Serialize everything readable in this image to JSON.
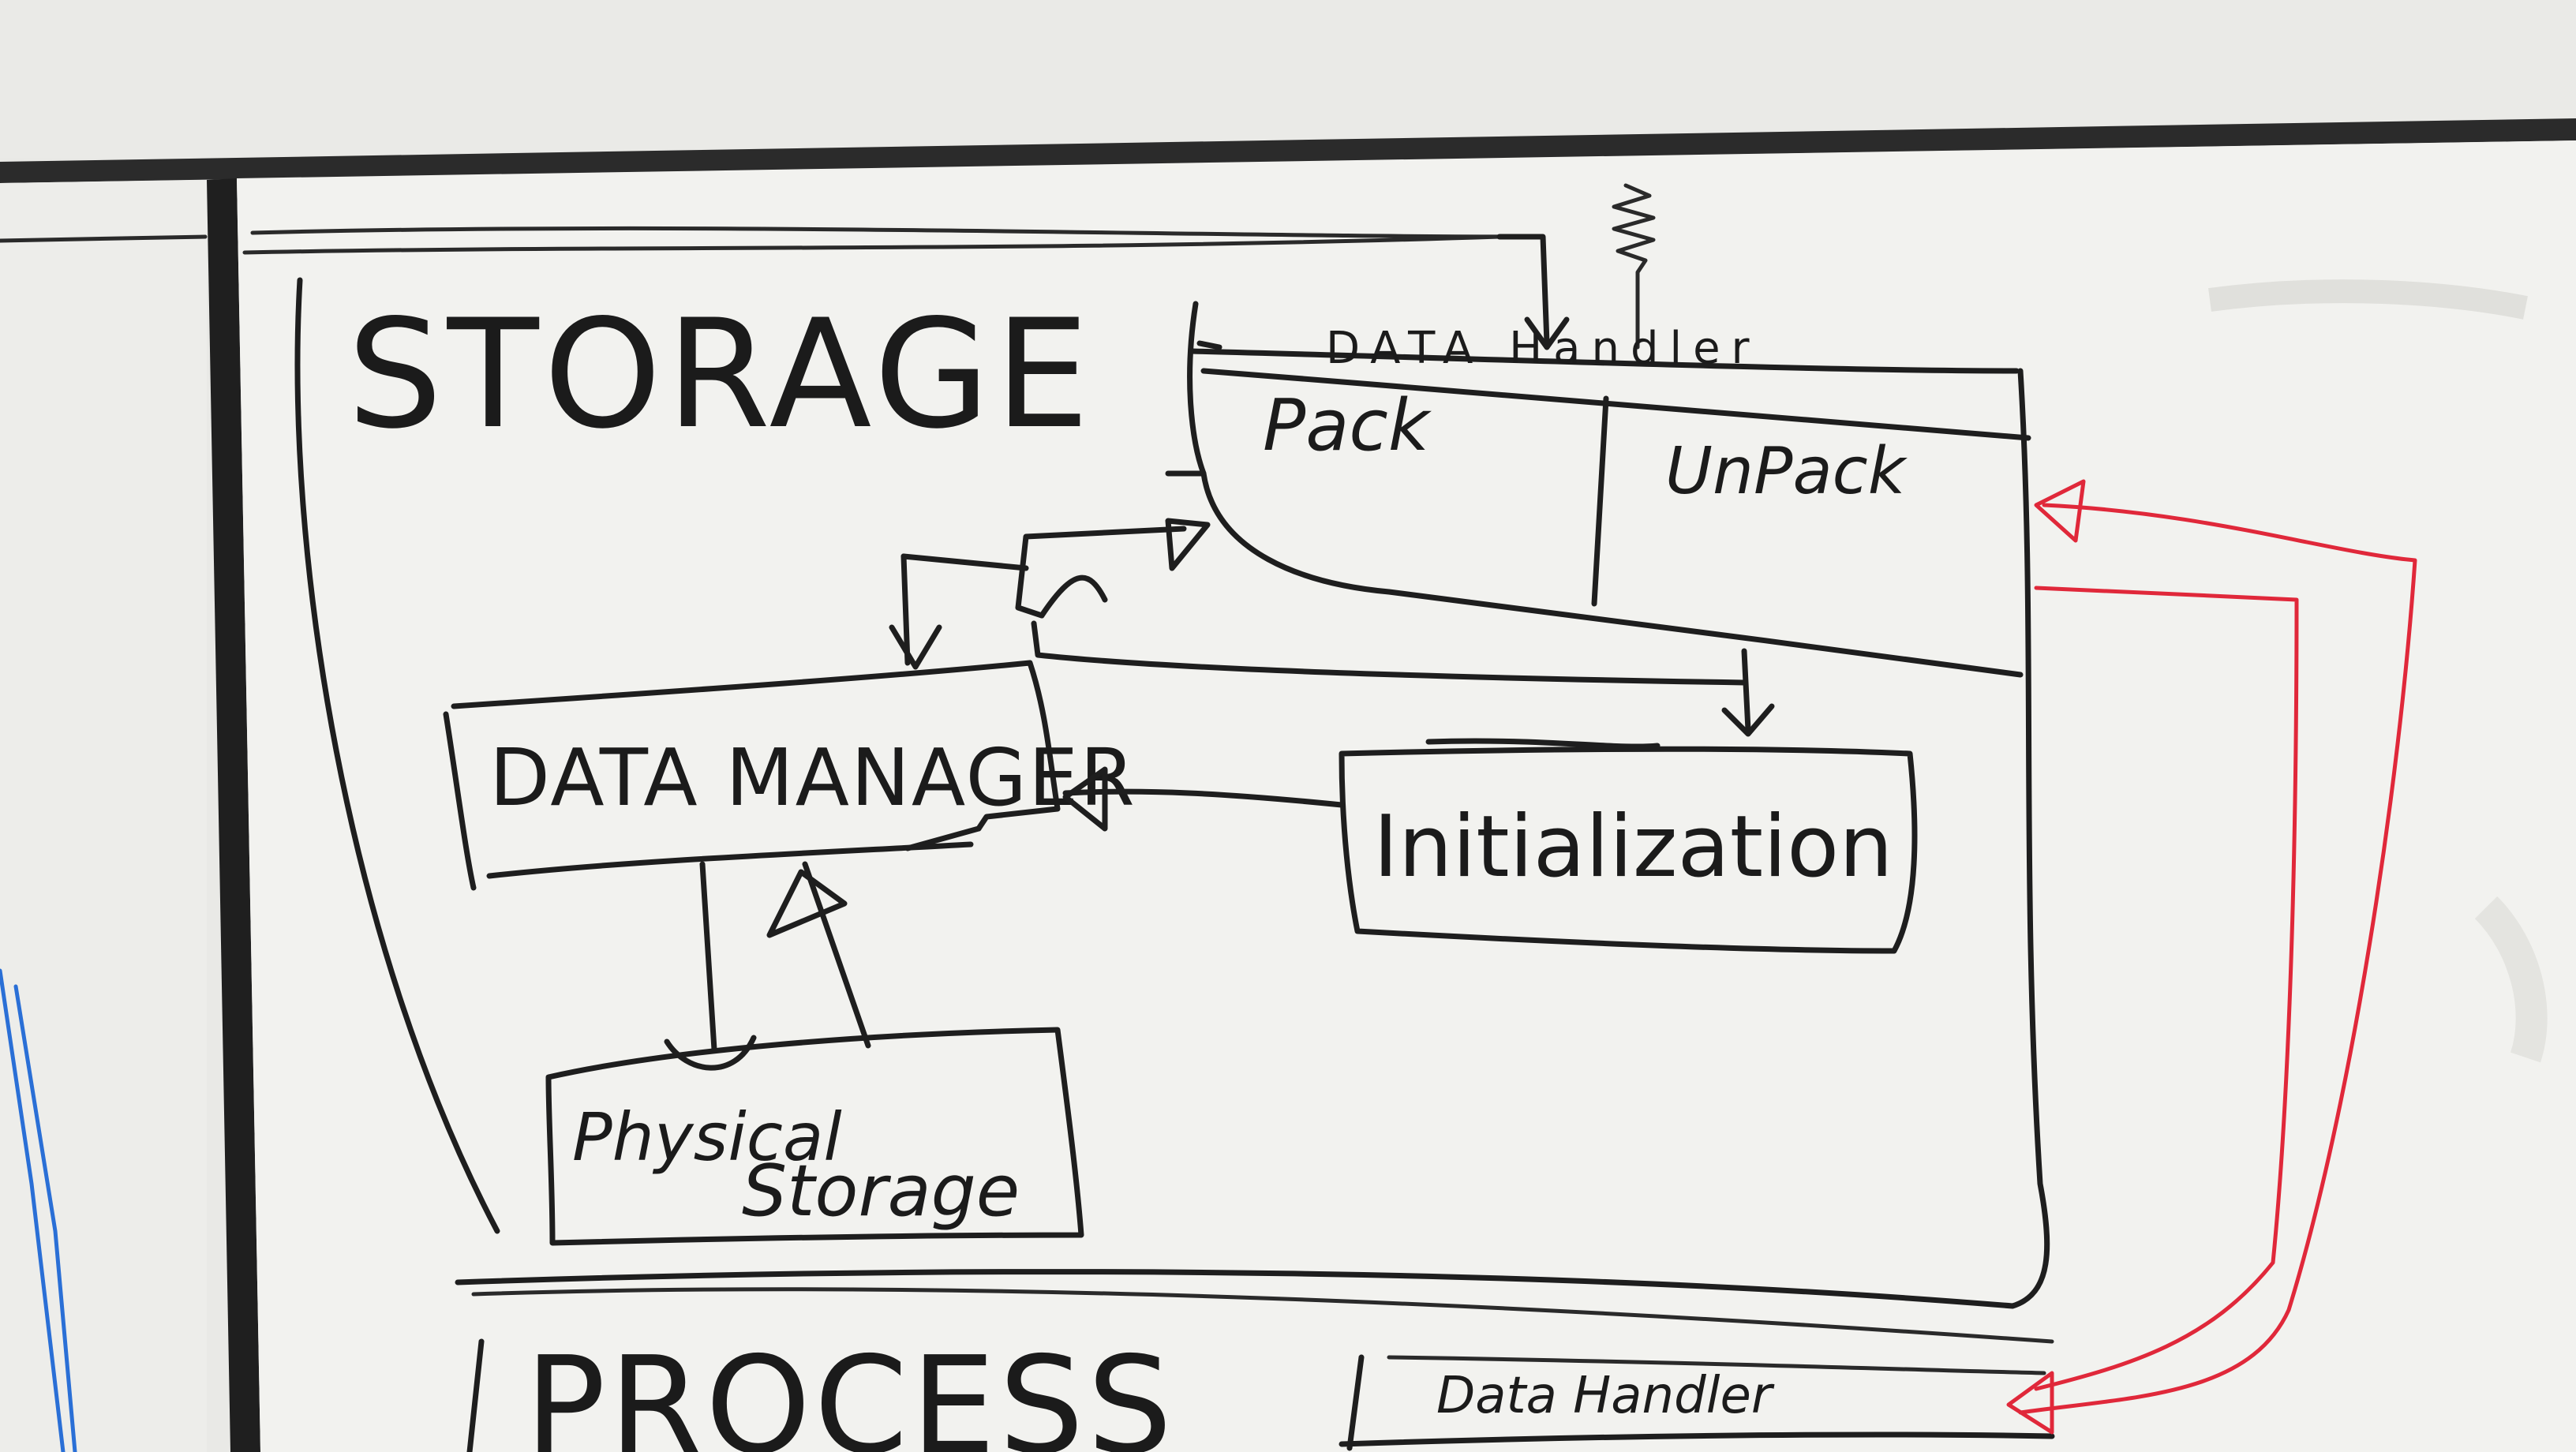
{
  "diagram": {
    "storage_title": "STORAGE",
    "process_title": "PROCESS",
    "data_handler_top": "DATA Handler",
    "pack": "Pack",
    "unpack": "UnPack",
    "data_manager": "DATA MANAGER",
    "initialization": "Initialization",
    "physical_storage_line1": "Physical",
    "physical_storage_line2": "Storage",
    "data_handler_bottom": "Data Handler"
  },
  "colors": {
    "board": "#f2f2ef",
    "frame": "#2b2b2b",
    "ink": "#1e1e1e",
    "red_marker": "#e0283a",
    "blue_marker": "#2a6fd6"
  }
}
